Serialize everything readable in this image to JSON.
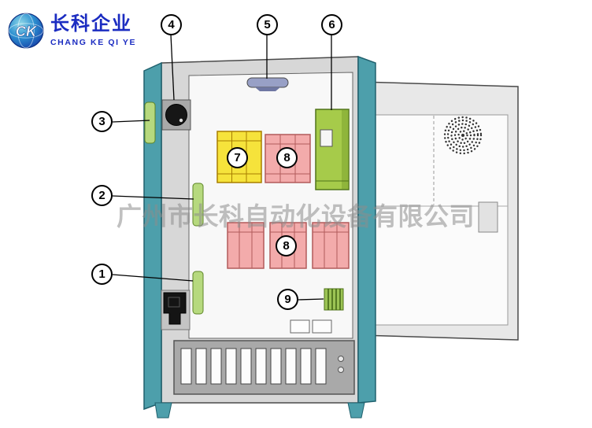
{
  "logo": {
    "globe_text": "CK",
    "company_cn": "长科企业",
    "company_en": "CHANG KE QI YE"
  },
  "watermark": {
    "text": "广州市长科自动化设备有限公司"
  },
  "callouts": {
    "c1": "1",
    "c2": "2",
    "c3": "3",
    "c4": "4",
    "c5": "5",
    "c6": "6",
    "c7": "7",
    "c8": "8",
    "c9": "9"
  },
  "colors": {
    "brand_blue": "#1b2cc1",
    "teal_panel": "#4d9fab",
    "cabinet_gray": "#d7d7d7",
    "green_component": "#a6cb4a",
    "yellow_component": "#f6e33b",
    "pink_component": "#f3abab",
    "hinge_green": "#b6d97e"
  }
}
